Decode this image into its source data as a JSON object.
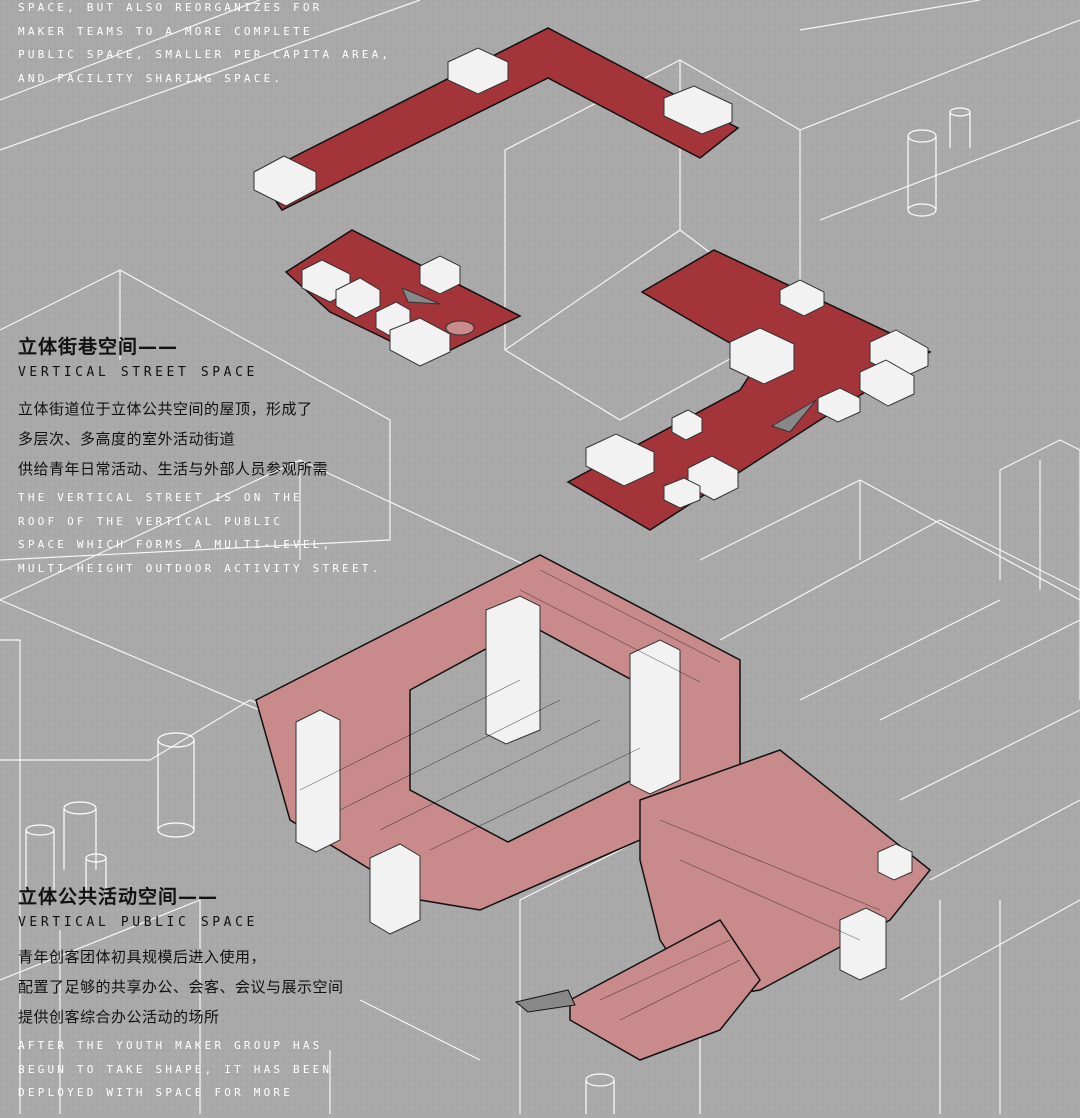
{
  "intro": {
    "lines": [
      "space, but also reorganizes for",
      "maker teams to a more complete",
      "public space, smaller per capita area,",
      "and facility sharing space."
    ]
  },
  "street": {
    "heading_cn": "立体街巷空间——",
    "heading_en": "Vertical street space",
    "body_cn": [
      "立体街道位于立体公共空间的屋顶，形成了",
      "多层次、多高度的室外活动街道",
      "供给青年日常活动、生活与外部人员参观所需"
    ],
    "body_en": [
      "The vertical street is on the",
      "roof of the vertical public",
      "space which forms a multi-level,",
      "multi-height outdoor activity street."
    ]
  },
  "public": {
    "heading_cn": "立体公共活动空间——",
    "heading_en": "Vertical public space",
    "body_cn": [
      "青年创客团体初具规模后进入使用，",
      "配置了足够的共享办公、会客、会议与展示空间",
      "提供创客综合办公活动的场所"
    ],
    "body_en": [
      "After the youth Maker Group has",
      "begun to take shape, it has been",
      "deployed with space for more"
    ]
  },
  "colors": {
    "background": "#a9a9a9",
    "floor_red": "#a3343a",
    "floor_pink": "#c98a8c",
    "block_white": "#f2f2f2",
    "outline_white": "#ffffff"
  }
}
